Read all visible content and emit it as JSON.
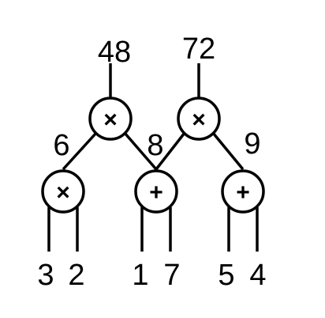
{
  "colors": {
    "stroke": "#000000",
    "background": "#ffffff"
  },
  "top_results": {
    "left": "48",
    "right": "72"
  },
  "multiply_nodes": {
    "left": {
      "symbol": "×"
    },
    "right": {
      "symbol": "×"
    }
  },
  "intermediate_results": {
    "left": "6",
    "middle": "8",
    "right": "9"
  },
  "bottom_nodes": [
    {
      "symbol": "×",
      "inputs": [
        "3",
        "2"
      ]
    },
    {
      "symbol": "+",
      "inputs": [
        "1",
        "7"
      ]
    },
    {
      "symbol": "+",
      "inputs": [
        "5",
        "4"
      ]
    }
  ]
}
